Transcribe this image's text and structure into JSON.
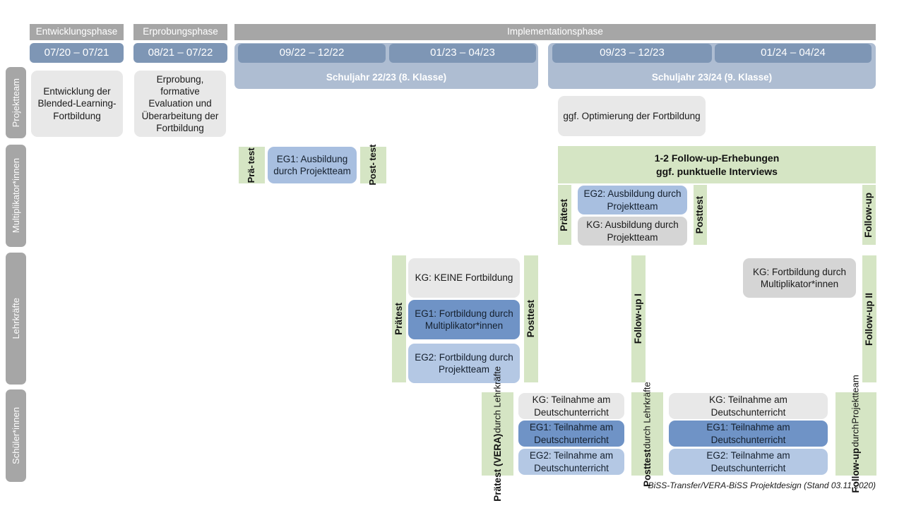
{
  "figure": {
    "footer_note": "BiSS-Transfer/VERA-BiSS Projektdesign (Stand 03.11.2020)"
  },
  "colors": {
    "phase_header": "#a6a6a6",
    "period": "#7e96b5",
    "schoolyear": "#aebdd2",
    "sidebar": "#a6a6a6",
    "green": "#d5e5c4",
    "grey_card": "#e8e8e8",
    "grey_card_dark": "#d5d5d5",
    "blue_dark": "#6f93c6",
    "blue_mid": "#a8bfe0",
    "blue_light": "#b4c8e4"
  },
  "phases": [
    {
      "label": "Entwicklungsphase"
    },
    {
      "label": "Erprobungsphase"
    },
    {
      "label": "Implementationsphase"
    }
  ],
  "periods": [
    {
      "label": "07/20 – 07/21"
    },
    {
      "label": "08/21 – 07/22"
    },
    {
      "label": "09/22 – 12/22"
    },
    {
      "label": "01/23 – 04/23"
    },
    {
      "label": "09/23 – 12/23"
    },
    {
      "label": "01/24 – 04/24"
    }
  ],
  "schoolyears": [
    {
      "label": "Schuljahr 22/23 (8. Klasse)"
    },
    {
      "label": "Schuljahr 23/24 (9. Klasse)"
    }
  ],
  "sidebar": {
    "items": [
      {
        "label": "Projektteam"
      },
      {
        "label": "Multiplikator*innen"
      },
      {
        "label": "Lehrkräfte"
      },
      {
        "label": "Schüler*innen"
      }
    ]
  },
  "rows": {
    "projektteam": {
      "cards": [
        {
          "label": "Entwicklung der Blended-Learning-Fortbildung"
        },
        {
          "label": "Erprobung, formative Evaluation und Überarbeitung der Fortbildung"
        },
        {
          "label": "ggf. Optimierung der Fortbildung"
        }
      ]
    },
    "multiplikatoren": {
      "pretest_1": {
        "line1": "Prä-",
        "line2": "test"
      },
      "posttest_1": {
        "line1": "Post-",
        "line2": "test"
      },
      "card_eg1": {
        "label": "EG1: Ausbildung durch Projektteam"
      },
      "followup_band": {
        "line1": "1-2 Follow-up-Erhebungen",
        "line2": "ggf. punktuelle Interviews"
      },
      "pretest_2": {
        "label": "Prätest"
      },
      "posttest_2": {
        "label": "Posttest"
      },
      "followup_col": {
        "label": "Follow-up"
      },
      "card_eg2": {
        "label": "EG2: Ausbildung durch Projektteam"
      },
      "card_kg": {
        "label": "KG: Ausbildung durch Projektteam"
      }
    },
    "lehrkraefte": {
      "pretest": {
        "label": "Prätest"
      },
      "posttest": {
        "label": "Posttest"
      },
      "followup_1": {
        "label": "Follow-up I"
      },
      "followup_2": {
        "label": "Follow-up II"
      },
      "card_kg": {
        "label": "KG:  KEINE Fortbildung"
      },
      "card_eg1": {
        "label": "EG1: Fortbildung durch Multiplikator*innen"
      },
      "card_eg2": {
        "label": "EG2: Fortbildung durch Projektteam"
      },
      "card_kg2": {
        "label": "KG: Fortbildung durch Multiplikator*innen"
      }
    },
    "schuelerinnen": {
      "pretest": {
        "line1": "Prätest (VERA)",
        "line2": "durch Lehrkräfte"
      },
      "posttest": {
        "line1": "Posttest",
        "line2": "durch Lehrkräfte"
      },
      "followup": {
        "line1": "Follow-up",
        "line2": "durch",
        "line3": "Projektteam"
      },
      "block_a": [
        {
          "label": "KG: Teilnahme am Deutschunterricht"
        },
        {
          "label": "EG1: Teilnahme am Deutschunterricht"
        },
        {
          "label": "EG2: Teilnahme am Deutschunterricht"
        }
      ],
      "block_b": [
        {
          "label": "KG: Teilnahme am Deutschunterricht"
        },
        {
          "label": "EG1: Teilnahme am Deutschunterricht"
        },
        {
          "label": "EG2: Teilnahme am Deutschunterricht"
        }
      ]
    }
  }
}
